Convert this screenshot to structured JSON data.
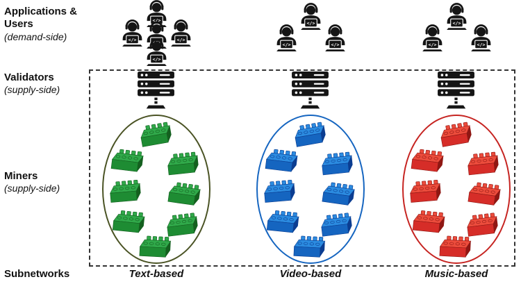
{
  "labels": {
    "applications_users": {
      "title": "Applications & Users",
      "subtitle": "(demand-side)"
    },
    "validators": {
      "title": "Validators",
      "subtitle": "(supply-side)"
    },
    "miners": {
      "title": "Miners",
      "subtitle": "(supply-side)"
    },
    "subnetworks": {
      "title": "Subnetworks"
    }
  },
  "subnets": [
    {
      "label": "Text-based",
      "users_count": 5,
      "validators_count": 1,
      "miners_count": 8,
      "brick_front": "#1e8c33",
      "brick_top": "#30a94a",
      "brick_dark": "#14601f",
      "ellipse_stroke": "#4a5324"
    },
    {
      "label": "Video-based",
      "users_count": 3,
      "validators_count": 1,
      "miners_count": 8,
      "brick_front": "#1565c0",
      "brick_top": "#2b8be0",
      "brick_dark": "#0b3d91",
      "ellipse_stroke": "#1565c0"
    },
    {
      "label": "Music-based",
      "users_count": 3,
      "validators_count": 1,
      "miners_count": 8,
      "brick_front": "#d62d28",
      "brick_top": "#ec4c3c",
      "brick_dark": "#8f1713",
      "ellipse_stroke": "#c62421"
    }
  ],
  "icons": {
    "person_code_glyph": "</>",
    "person": "person-with-laptop-icon",
    "server": "validator-server-icon",
    "brick": "lego-brick-icon"
  }
}
